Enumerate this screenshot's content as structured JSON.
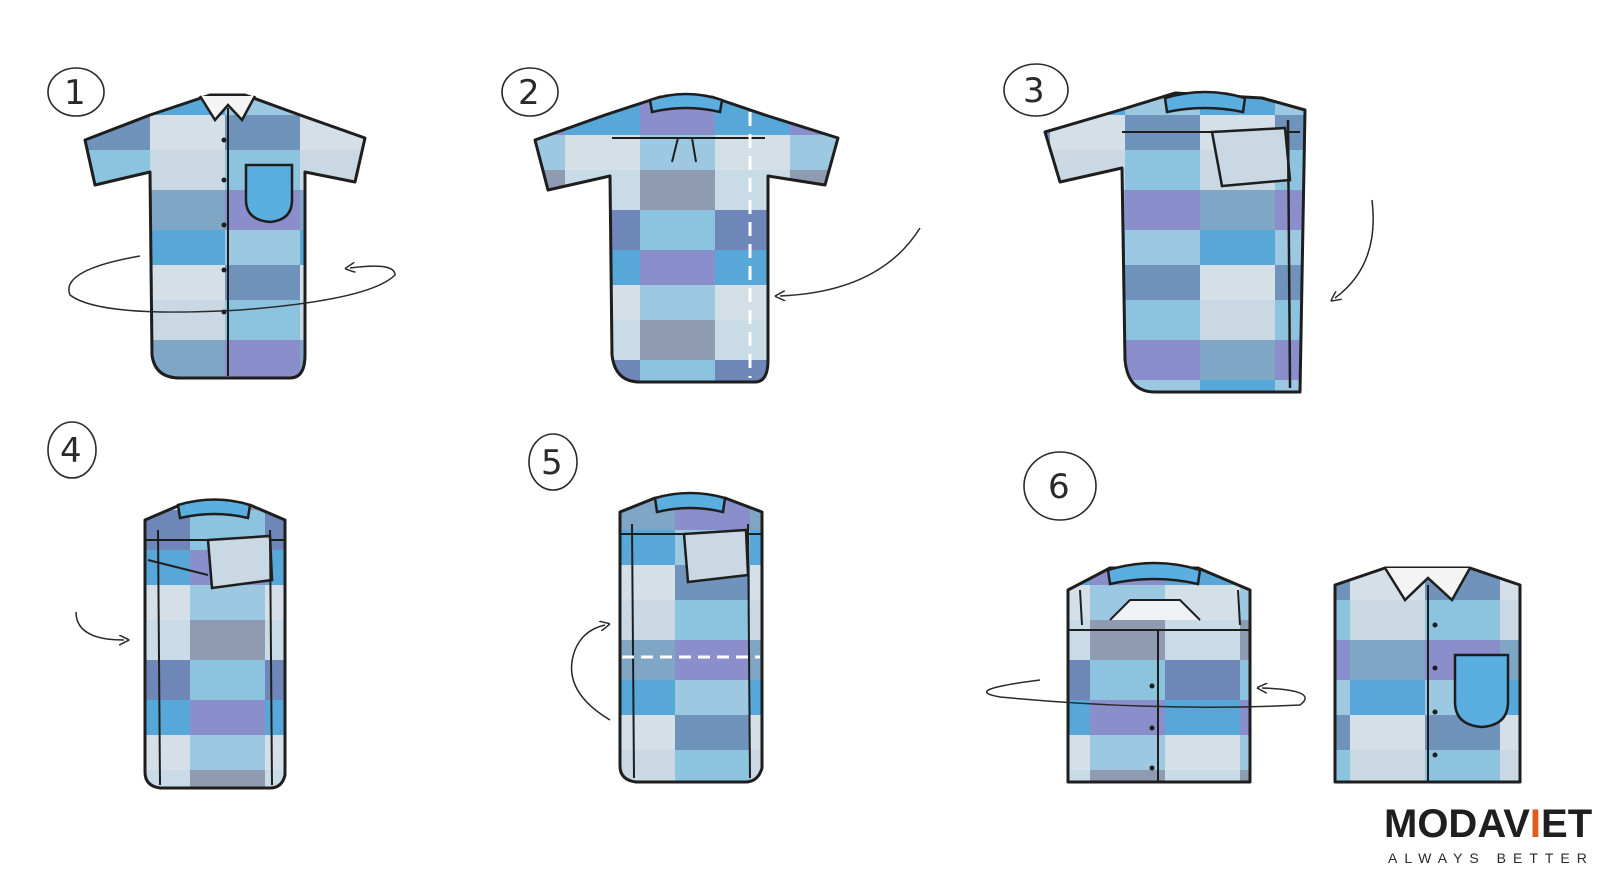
{
  "steps": [
    {
      "number": "1"
    },
    {
      "number": "2"
    },
    {
      "number": "3"
    },
    {
      "number": "4"
    },
    {
      "number": "5"
    },
    {
      "number": "6"
    }
  ],
  "logo": {
    "brand_left": "MODAV",
    "brand_accent": "I",
    "brand_right": "ET",
    "tagline": "ALWAYS BETTER"
  },
  "colors": {
    "plaid_grey": "#8e9bb0",
    "plaid_light": "#c9dbe6",
    "plaid_sky": "#8cc4e0",
    "plaid_blue": "#57a8d8",
    "plaid_purple": "#8a8fcc",
    "outline": "#1e1e1e",
    "logo_accent": "#e25a1c"
  },
  "icons": [
    "numbered-circle-icon",
    "curved-arrow-icon",
    "dashed-fold-line-icon",
    "shirt-illustration"
  ]
}
